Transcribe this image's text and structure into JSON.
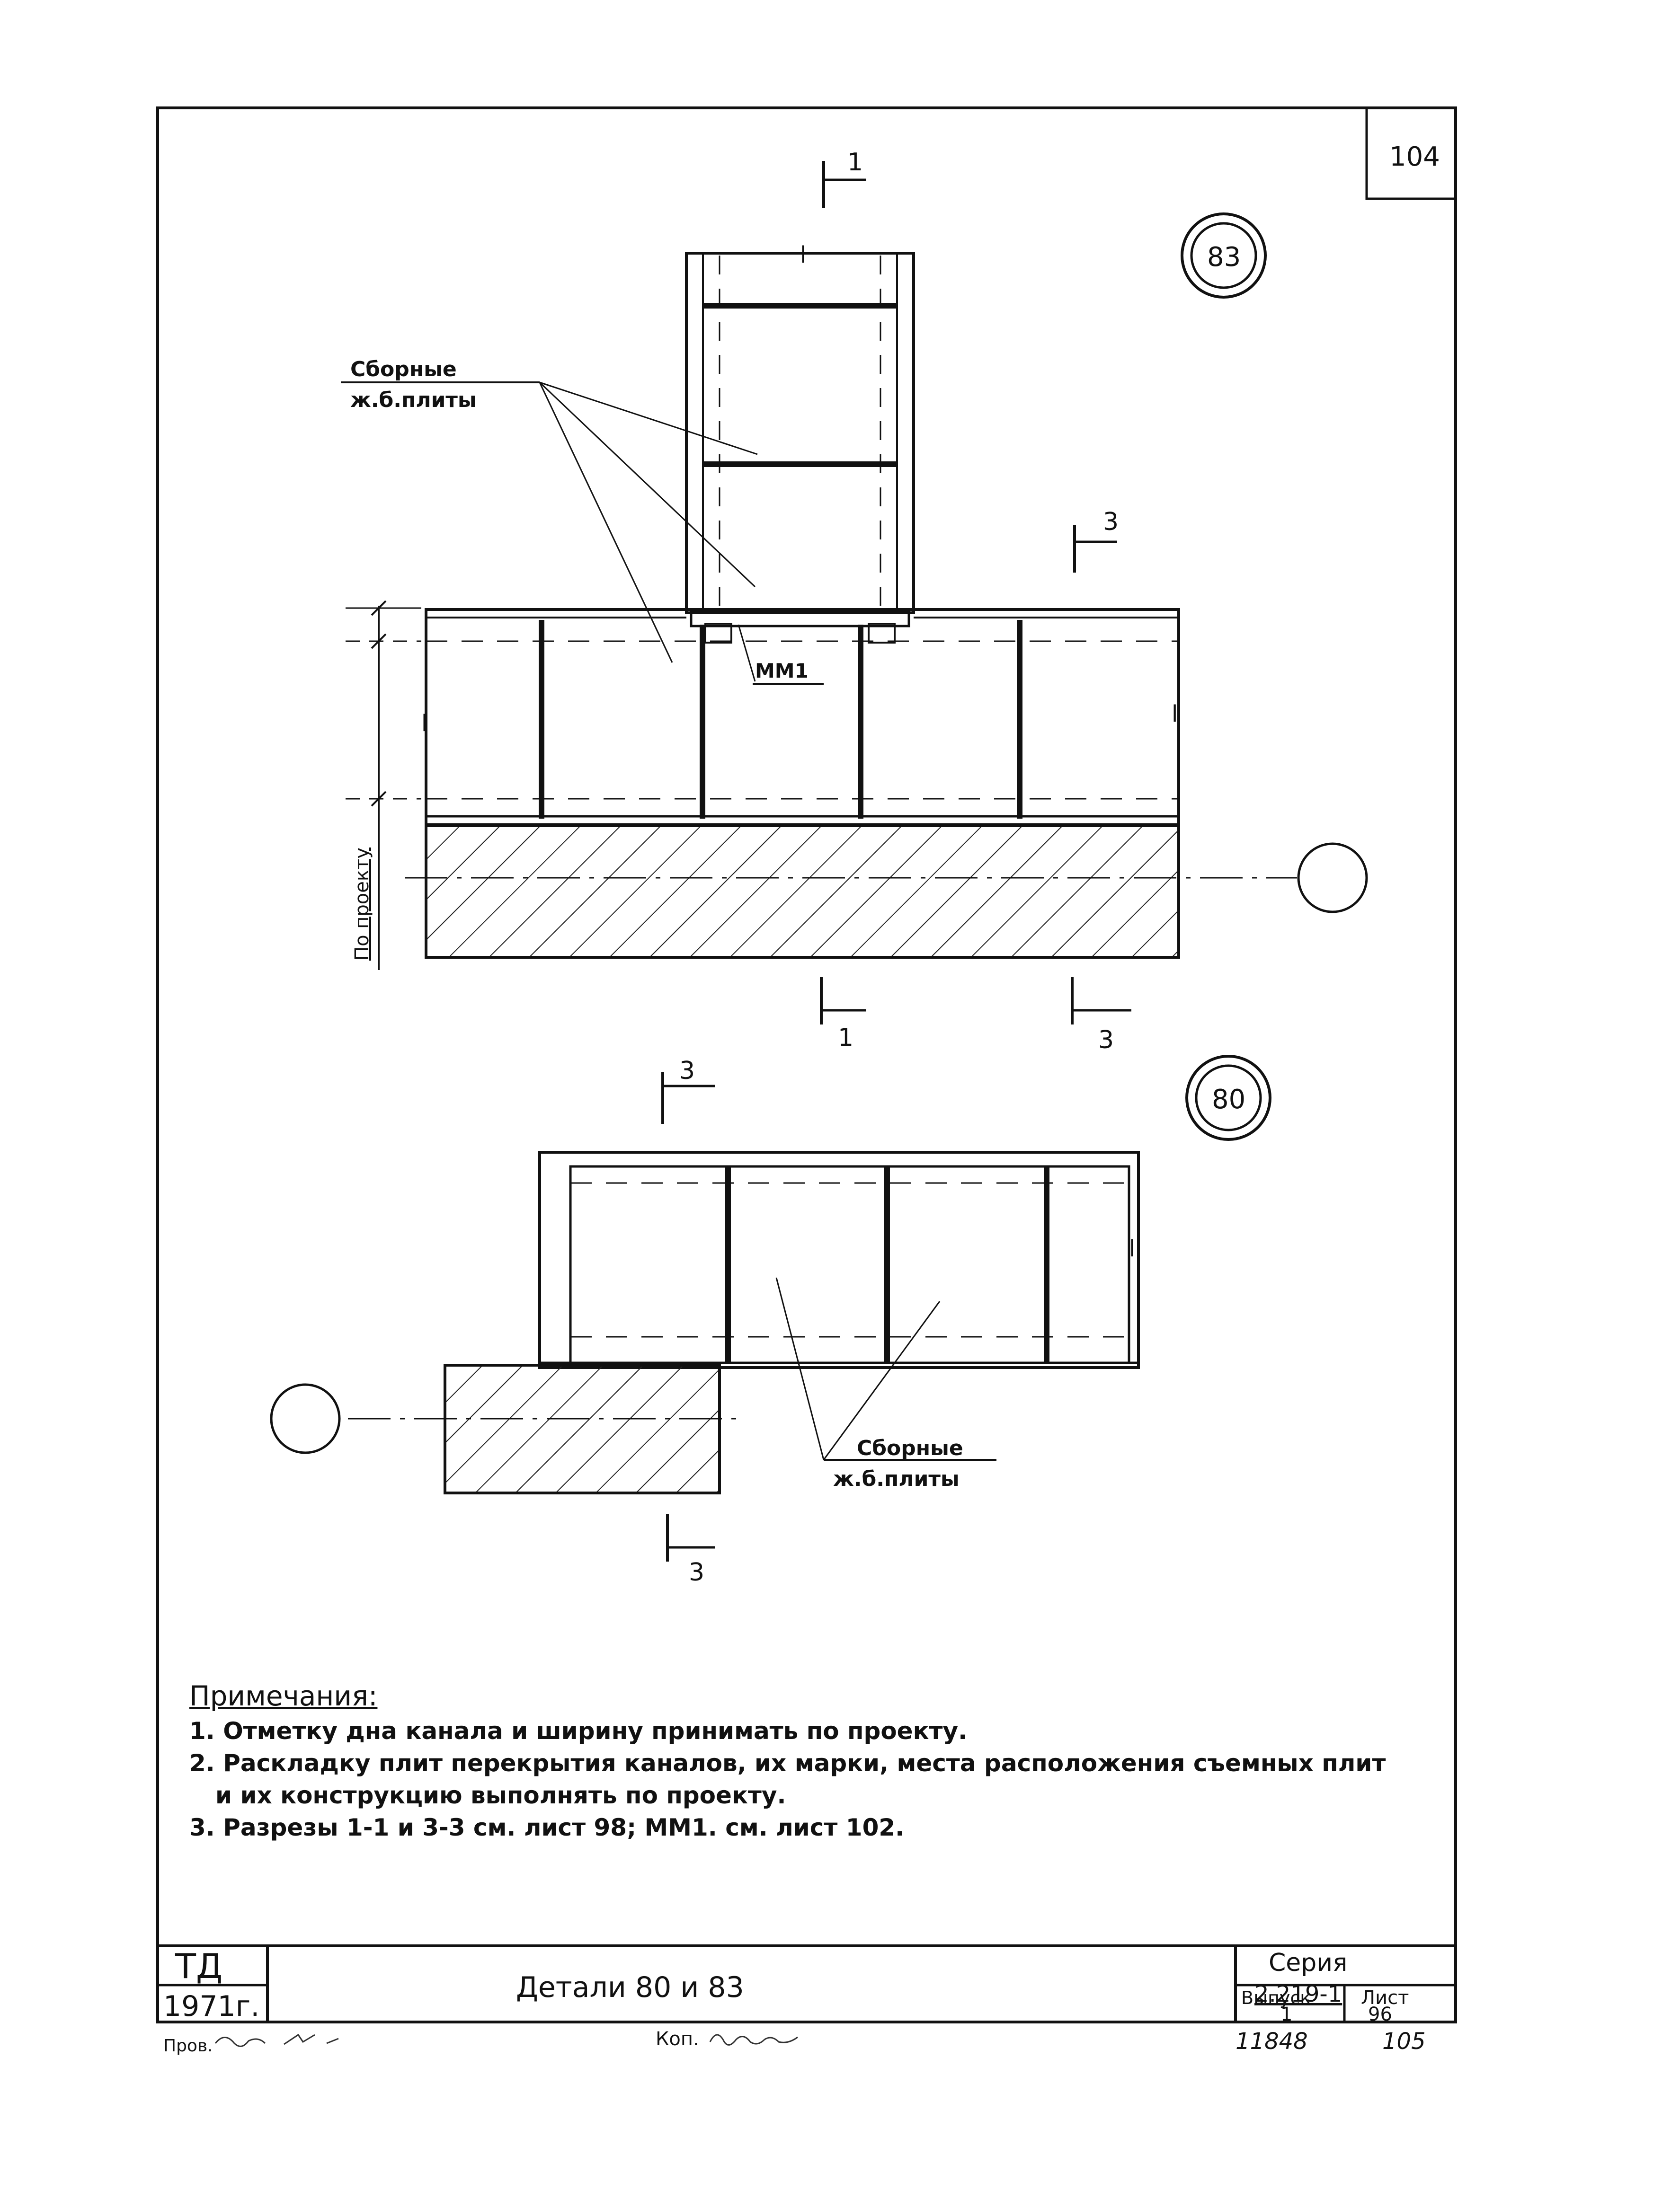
{
  "sheet": {
    "page_number": "104",
    "bottom_page_number": "105",
    "archive_number": "11848"
  },
  "upper_detail": {
    "detail_mark": "83",
    "slab_label_line1": "Сборные",
    "slab_label_line2": "ж.б.плиты",
    "embedded_part": "ММ1",
    "depth_label": "По проекту",
    "span_mark_left": "l",
    "span_mark_right": "l",
    "span_mark_top": "l",
    "sections": {
      "s1_top": "1",
      "s3_top": "3",
      "s1_bottom": "1",
      "s3_bottom": "3"
    }
  },
  "lower_detail": {
    "detail_mark": "80",
    "slab_label_line1": "Сборные",
    "slab_label_line2": "ж.б.плиты",
    "span_mark_right": "l",
    "sections": {
      "s3_top": "3",
      "s3_bottom": "3"
    }
  },
  "notes": {
    "heading": "Примечания:",
    "items": [
      "1. Отметку дна канала и ширину принимать по проекту.",
      "2. Раскладку плит перекрытия каналов, их марки, места расположения съемных плит",
      "и их конструкцию выполнять по проекту.",
      "3. Разрезы 1-1 и 3-3 см. лист 98; ММ1. см. лист 102."
    ]
  },
  "title_block": {
    "org": "ТД",
    "year": "1971г.",
    "title": "Детали 80 и 83",
    "series_label": "Серия",
    "series_value": "2.219-1",
    "issue_label": "Выпуск",
    "issue_value": "1",
    "sheet_label": "Лист",
    "sheet_value": "96"
  },
  "footer": {
    "checked": "Пров.",
    "copied": "Коп."
  }
}
